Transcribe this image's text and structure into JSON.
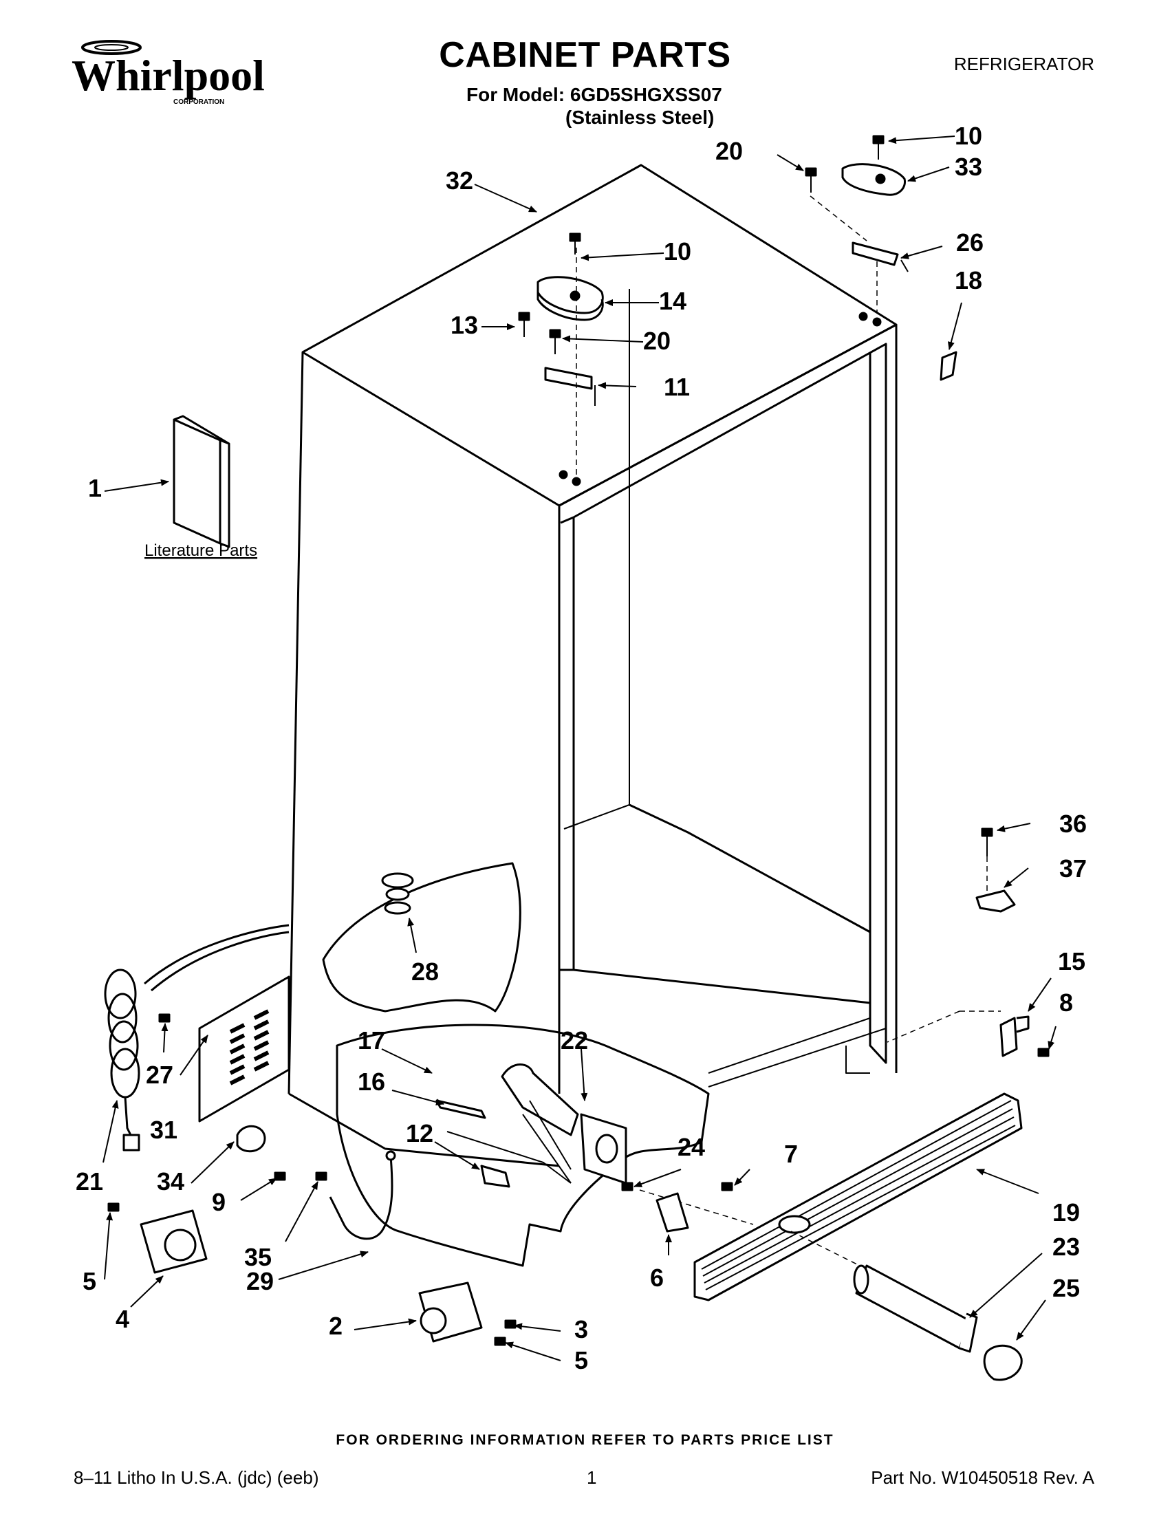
{
  "header": {
    "brand": "Whirlpool",
    "brand_sub": "CORPORATION",
    "title": "CABINET PARTS",
    "model_line": "For Model: 6GD5SHGXSS07",
    "finish_line": "(Stainless Steel)",
    "category": "REFRIGERATOR"
  },
  "diagram": {
    "literature_label": "Literature Parts",
    "callouts": {
      "c1": "1",
      "c2": "2",
      "c3": "3",
      "c4": "4",
      "c5a": "5",
      "c5b": "5",
      "c6": "6",
      "c7": "7",
      "c8": "8",
      "c9": "9",
      "c10a": "10",
      "c10b": "10",
      "c11": "11",
      "c12": "12",
      "c13": "13",
      "c14": "14",
      "c15": "15",
      "c16": "16",
      "c17": "17",
      "c18": "18",
      "c19": "19",
      "c20a": "20",
      "c20b": "20",
      "c21": "21",
      "c22": "22",
      "c23": "23",
      "c24": "24",
      "c25": "25",
      "c26": "26",
      "c27": "27",
      "c28": "28",
      "c29": "29",
      "c31": "31",
      "c32": "32",
      "c33": "33",
      "c34": "34",
      "c35": "35",
      "c36": "36",
      "c37": "37"
    }
  },
  "footer": {
    "ordering_note": "FOR ORDERING INFORMATION REFER TO PARTS PRICE LIST",
    "litho": "8–11 Litho In U.S.A. (jdc) (eeb)",
    "page": "1",
    "part_no": "Part No. W10450518 Rev. A"
  }
}
